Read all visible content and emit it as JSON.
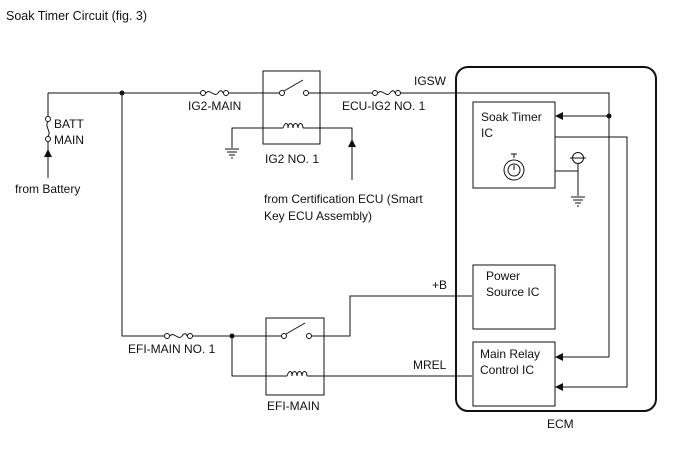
{
  "title": "Soak Timer Circuit (fig. 3)",
  "labels": {
    "batt_main_1": "BATT",
    "batt_main_2": "MAIN",
    "from_battery": "from Battery",
    "ig2_main": "IG2-MAIN",
    "ig2_no1": "IG2 NO. 1",
    "ecu_ig2": "ECU-IG2 NO. 1",
    "igsw": "IGSW",
    "from_cert_1": "from Certification ECU (Smart",
    "from_cert_2": "Key ECU Assembly)",
    "efi_main_no1": "EFI-MAIN NO. 1",
    "efi_main": "EFI-MAIN",
    "plus_b": "+B",
    "mrel": "MREL",
    "ecm": "ECM",
    "soak_timer_1": "Soak Timer",
    "soak_timer_2": "IC",
    "power_source_1": "Power",
    "power_source_2": "Source IC",
    "main_relay_1": "Main Relay",
    "main_relay_2": "Control IC"
  }
}
